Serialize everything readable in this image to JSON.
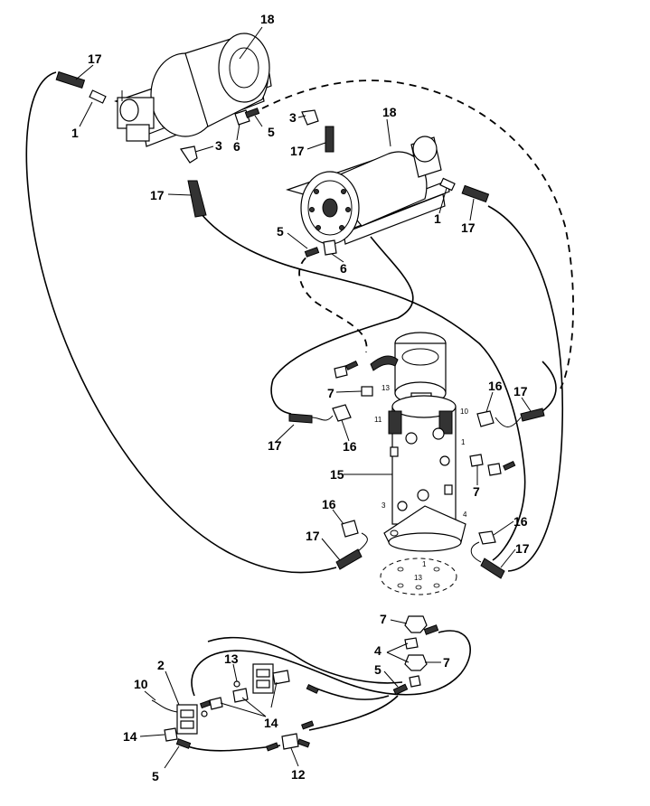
{
  "callouts": {
    "c18a": "18",
    "c17a": "17",
    "c1a": "1",
    "c3a": "3",
    "c6a": "6",
    "c5a": "5",
    "c17b": "17",
    "c3b": "3",
    "c17c": "17",
    "c18b": "18",
    "c1b": "1",
    "c17d": "17",
    "c5b": "5",
    "c6b": "6",
    "c7a": "7",
    "c16a": "16",
    "c17e": "17",
    "c17f": "17",
    "c16b": "16",
    "c15": "15",
    "c7b": "7",
    "c16c": "16",
    "c16d": "16",
    "c17g": "17",
    "c17h": "17",
    "c7c": "7",
    "c4": "4",
    "c7d": "7",
    "c5c": "5",
    "c2": "2",
    "c13": "13",
    "c10": "10",
    "c14a": "14",
    "c14b": "14",
    "c5d": "5",
    "c12": "12"
  },
  "port_labels": {
    "p13": "13",
    "p11": "11",
    "p10": "10",
    "p1": "1",
    "p3": "3",
    "p4": "4",
    "f1": "1",
    "f13": "13"
  }
}
